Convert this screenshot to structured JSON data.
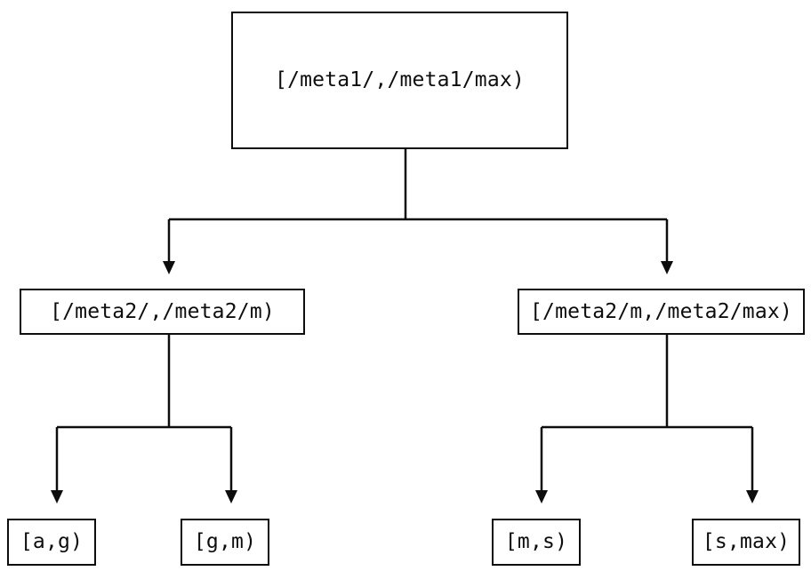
{
  "diagram": {
    "type": "tree",
    "background_color": "#ffffff",
    "line_color": "#0d0d0d",
    "nodes": {
      "root": {
        "label": "[/meta1/,/meta1/max)"
      },
      "mid_left": {
        "label": "[/meta2/,/meta2/m)"
      },
      "mid_right": {
        "label": "[/meta2/m,/meta2/max)"
      },
      "leaf_ag": {
        "label": "[a,g)"
      },
      "leaf_gm": {
        "label": "[g,m)"
      },
      "leaf_ms": {
        "label": "[m,s)"
      },
      "leaf_smax": {
        "label": "[s,max)"
      }
    },
    "edges": [
      {
        "from": "root",
        "to": "mid_left"
      },
      {
        "from": "root",
        "to": "mid_right"
      },
      {
        "from": "mid_left",
        "to": "leaf_ag"
      },
      {
        "from": "mid_left",
        "to": "leaf_gm"
      },
      {
        "from": "mid_right",
        "to": "leaf_ms"
      },
      {
        "from": "mid_right",
        "to": "leaf_smax"
      }
    ]
  }
}
